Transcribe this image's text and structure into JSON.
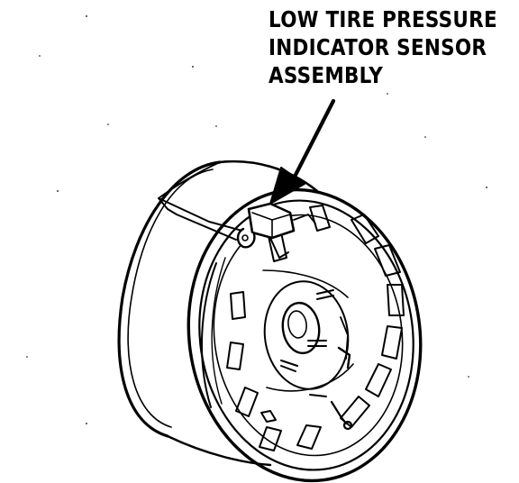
{
  "callout": {
    "lines": [
      "LOW TIRE PRESSURE",
      "INDICATOR SENSOR",
      "ASSEMBLY"
    ]
  },
  "colors": {
    "ink": "#000000",
    "paper": "#ffffff"
  }
}
